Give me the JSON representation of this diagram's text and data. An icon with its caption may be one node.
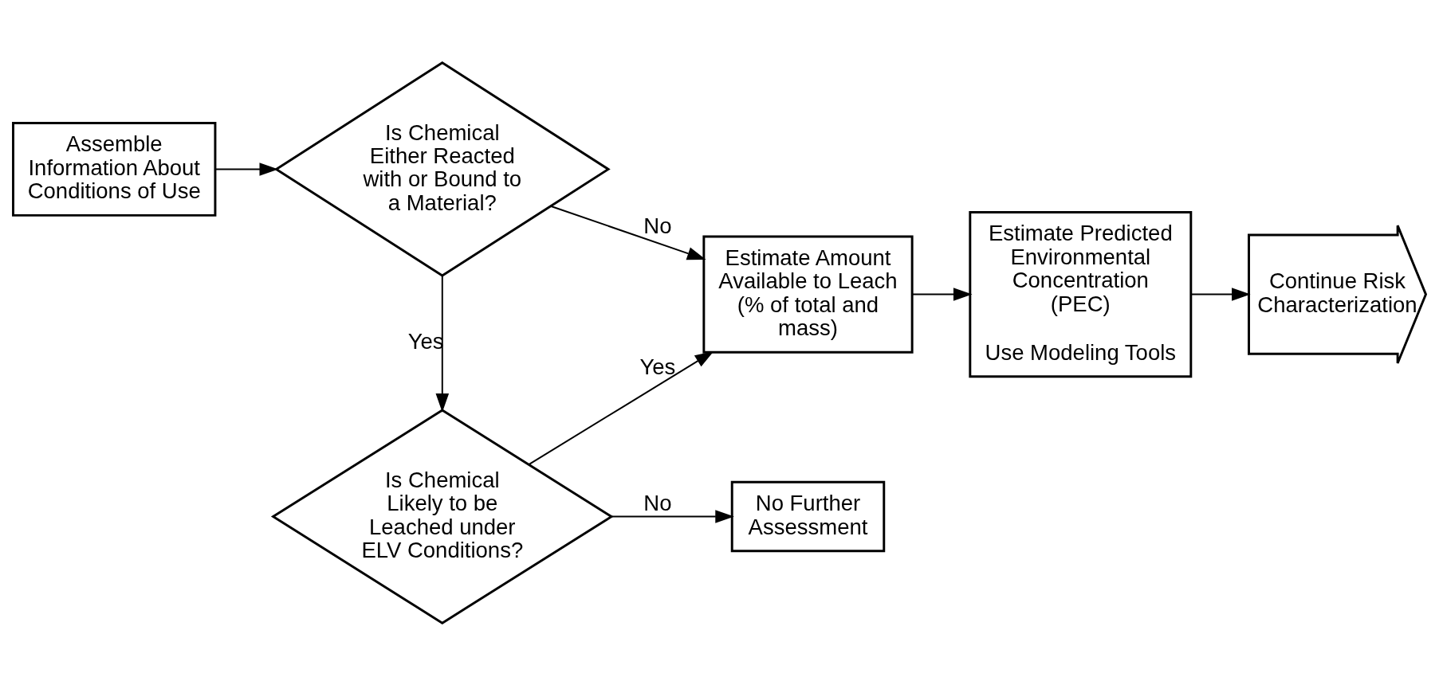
{
  "diagram": {
    "nodes": [
      {
        "text": [
          "Assemble Information About Conditions of Use"
        ]
      },
      {
        "text": [
          "Is Chemical Either Reacted with or Bound to a Material?"
        ]
      },
      {
        "text": [
          "Estimate Amount Available to Leach (% of total and mass)"
        ]
      },
      {
        "text": [
          "Estimate Predicted Environmental Concentration (PEC)",
          "Use Modeling Tools"
        ]
      },
      {
        "text": [
          "Continue Risk Characterization"
        ]
      },
      {
        "text": [
          "Is Chemical Likely to be Leached under ELV Conditions?"
        ]
      },
      {
        "text": [
          "No Further Assessment"
        ]
      }
    ],
    "edges": [
      {
        "from": 0,
        "to": 1,
        "arrow": "to"
      },
      {
        "from": 1,
        "to": 2,
        "arrow": "to",
        "label": "No"
      },
      {
        "from": 1,
        "to": 5,
        "arrow": "to",
        "label": "Yes"
      },
      {
        "from": 5,
        "to": 2,
        "arrow": "to",
        "label": "Yes"
      },
      {
        "from": 5,
        "to": 6,
        "arrow": "to",
        "label": "No"
      },
      {
        "from": 2,
        "to": 3,
        "arrow": "to"
      },
      {
        "from": 3,
        "to": 4,
        "arrow": "to"
      }
    ]
  }
}
